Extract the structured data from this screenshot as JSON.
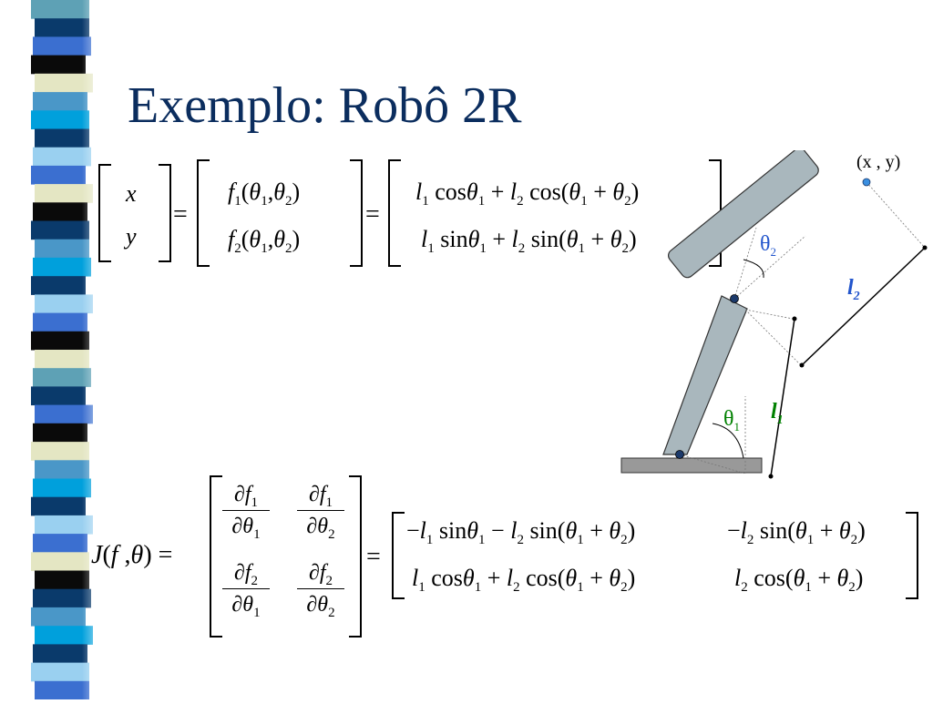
{
  "slide": {
    "title": "Exemplo: Robô 2R"
  },
  "forward_kinematics": {
    "lhs": [
      "x",
      "y"
    ],
    "middle": [
      "f1(θ1,θ2)",
      "f2(θ1,θ2)"
    ],
    "rhs": [
      "l1 cos θ1 + l2 cos(θ1 + θ2)",
      "l1 sin θ1 + l2 sin(θ1 + θ2)"
    ],
    "equals": "="
  },
  "jacobian": {
    "lhs": "J(f ,θ)",
    "derivative_matrix": [
      "∂f1/∂θ1",
      "∂f1/∂θ2",
      "∂f2/∂θ1",
      "∂f2/∂θ2"
    ],
    "result_matrix": [
      "−l1 sin θ1 − l2 sin(θ1 + θ2)",
      "−l2 sin(θ1 + θ2)",
      "l1 cos θ1 + l2 cos(θ1 + θ2)",
      "l2 cos(θ1 + θ2)"
    ]
  },
  "figure": {
    "end_effector_label": "(x , y)",
    "theta1_label": "θ1",
    "theta2_label": "θ2",
    "l1_label": "l1",
    "l2_label": "l2",
    "colors": {
      "link": "#a9b7bd",
      "base": "#999999",
      "joint": "#1c3a6b",
      "end_effector": "#3a8fe0",
      "theta1": "#008000",
      "theta2": "#2255cc",
      "l1": "#008000",
      "l2": "#2255cc"
    }
  },
  "decoration": {
    "stripe_colors": [
      "#5ea1b5",
      "#0a3a6b",
      "#3b6fd0",
      "#0a0a0a",
      "#e4e6c3",
      "#4a97c8",
      "#00a0dc",
      "#0a3a6b",
      "#9ad0f0",
      "#3b6fd0",
      "#e4e6c3",
      "#0a0a0a",
      "#0a3a6b",
      "#4a97c8",
      "#00a0dc",
      "#0a3a6b",
      "#9ad0f0",
      "#3b6fd0",
      "#0a0a0a",
      "#e4e6c3"
    ]
  }
}
